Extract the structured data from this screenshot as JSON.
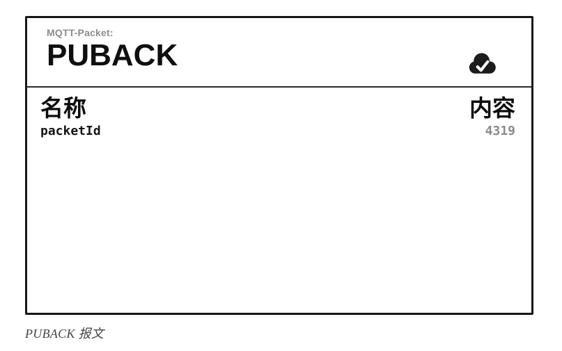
{
  "card": {
    "kicker": "MQTT-Packet:",
    "title": "PUBACK",
    "status_icon": "cloud-check",
    "table": {
      "name_header": "名称",
      "content_header": "内容",
      "rows": [
        {
          "name": "packetId",
          "value": "4319"
        }
      ]
    }
  },
  "caption": "PUBACK 报文",
  "colors": {
    "card_border": "#161616",
    "kicker_gray": "#8c8c8c",
    "title_black": "#0f0f0f",
    "value_gray": "#8a8a8a",
    "caption_gray": "#454545",
    "icon_black": "#1c1c1c"
  }
}
